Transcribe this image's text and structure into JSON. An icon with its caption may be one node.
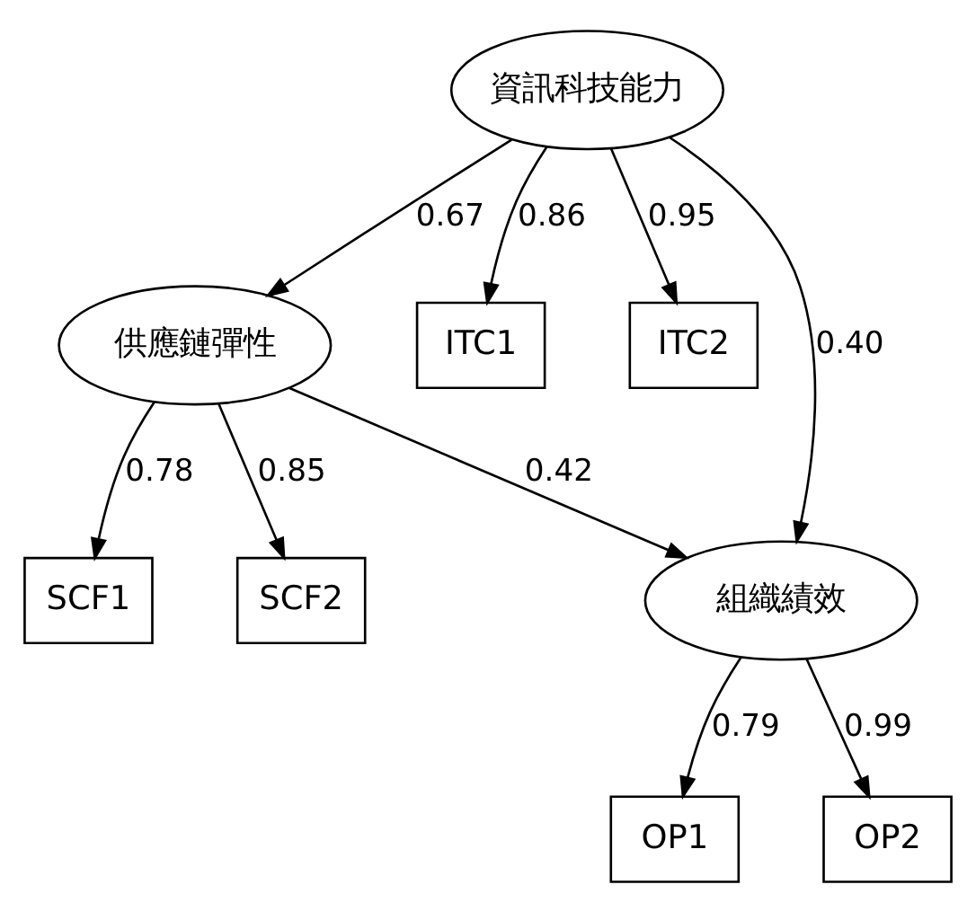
{
  "diagram": {
    "nodes": [
      {
        "text": [
          "SCF1"
        ]
      },
      {
        "text": [
          "SCF2"
        ]
      },
      {
        "text": [
          "供應鏈彈性"
        ]
      },
      {
        "text": [
          "ITC1"
        ]
      },
      {
        "text": [
          "資訊科技能力"
        ]
      },
      {
        "text": [
          "ITC2"
        ]
      },
      {
        "text": [
          "組織績效"
        ]
      },
      {
        "text": [
          "OP1"
        ]
      },
      {
        "text": [
          "OP2"
        ]
      }
    ],
    "edges": [
      {
        "from": 2,
        "to": 0,
        "arrow": "to",
        "label": "0.78"
      },
      {
        "from": 2,
        "to": 1,
        "arrow": "to",
        "label": "0.85"
      },
      {
        "from": 4,
        "to": 3,
        "arrow": "to",
        "label": "0.86"
      },
      {
        "from": 4,
        "to": 5,
        "arrow": "to",
        "label": "0.95"
      },
      {
        "from": 4,
        "to": 2,
        "arrow": "to",
        "label": "0.67"
      },
      {
        "from": 4,
        "to": 6,
        "arrow": "to",
        "label": "0.40"
      },
      {
        "from": 2,
        "to": 6,
        "arrow": "to",
        "label": "0.42"
      },
      {
        "from": 6,
        "to": 7,
        "arrow": "to",
        "label": "0.79"
      },
      {
        "from": 6,
        "to": 8,
        "arrow": "to",
        "label": "0.99"
      }
    ]
  }
}
